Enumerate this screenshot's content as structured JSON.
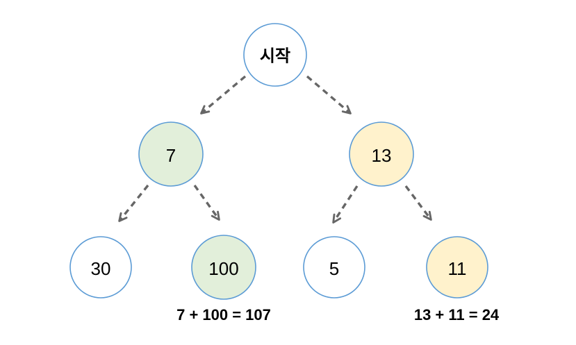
{
  "colors": {
    "background": "#ffffff",
    "node_border": "#5b9bd5",
    "node_fill_default": "#ffffff",
    "node_fill_green": "#e2efda",
    "node_fill_yellow": "#fff2cc",
    "arrow": "#666666",
    "text": "#000000"
  },
  "tree": {
    "root": {
      "label": "시작"
    },
    "level1": [
      {
        "label": "7",
        "highlight": "green"
      },
      {
        "label": "13",
        "highlight": "yellow"
      }
    ],
    "level2": [
      {
        "label": "30",
        "highlight": "none"
      },
      {
        "label": "100",
        "highlight": "green"
      },
      {
        "label": "5",
        "highlight": "none"
      },
      {
        "label": "11",
        "highlight": "yellow"
      }
    ]
  },
  "captions": {
    "left_path_sum": "7 + 100 = 107",
    "right_path_sum": "13 + 11 = 24"
  }
}
